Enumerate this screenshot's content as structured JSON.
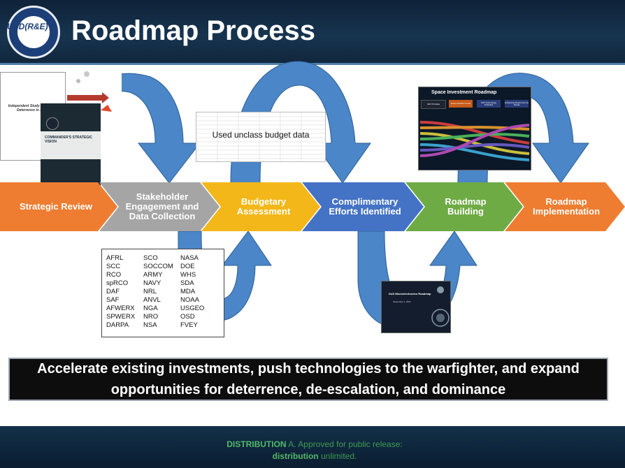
{
  "header": {
    "title": "Roadmap Process",
    "seal_text": "USD(R&E)"
  },
  "doc": {
    "title": "Independent Study on Plan for Deterrence in Space",
    "cover_title": "COMMANDER'S STRATEGIC VISION",
    "cover_logo": "USSPACECOM"
  },
  "budget": {
    "caption": "Used unclass budget data"
  },
  "slide": {
    "title": "Space Investment Roadmap",
    "steps": [
      "S&T Priorities",
      "Demonstration Goals",
      "S&T Technology Portfolios",
      "Enhancing Deterrence by Denial"
    ]
  },
  "slide2": {
    "title": "DoD Microelectronics Roadmap",
    "date": "September 1, 2021"
  },
  "process": {
    "steps": [
      {
        "label": "Strategic Review",
        "color": "#ee7d31"
      },
      {
        "label": "Stakeholder Engagement and Data Collection",
        "color": "#a5a5a5"
      },
      {
        "label": "Budgetary Assessment",
        "color": "#f4b71a"
      },
      {
        "label": "Complimentary Efforts Identified",
        "color": "#4472c4"
      },
      {
        "label": "Roadmap Building",
        "color": "#6eab45"
      },
      {
        "label": "Roadmap Implementation",
        "color": "#ee7d31"
      }
    ]
  },
  "orgs": {
    "col1": [
      "AFRL",
      "SCC",
      "RCO",
      "spRCO",
      "DAF",
      "SAF",
      "AFWERX",
      "SPWERX",
      "DARPA"
    ],
    "col2": [
      "SCO",
      "SOCCOM",
      "ARMY",
      "NAVY",
      "NRL",
      "ANVL",
      "NGA",
      "NRO",
      "NSA"
    ],
    "col3": [
      "NASA",
      "DOE",
      "WHS",
      "SDA",
      "MDA",
      "NOAA",
      "USGEO",
      "OSD",
      "FVEY"
    ]
  },
  "banner": {
    "line1": "Accelerate existing investments, push technologies to the warfighter, and expand",
    "line2": "opportunities for deterrence, de-escalation, and dominance"
  },
  "footer": {
    "dist_label": "DISTRIBUTION",
    "dist_text": "A. Approved for public release: ",
    "dist_bold": "distribution",
    "dist_end": " unlimited."
  },
  "colors": {
    "arrow_blue": "#4a86c8",
    "header_bg": "#10263c",
    "distribution_green": "#3e9a52"
  }
}
